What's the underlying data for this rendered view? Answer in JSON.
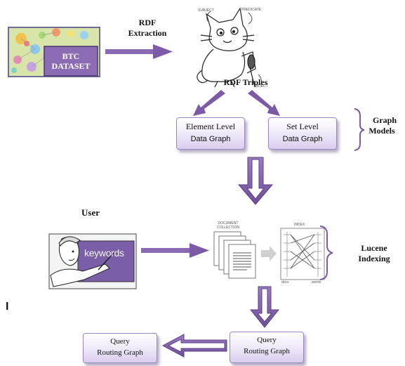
{
  "btc": {
    "line1": "BTC",
    "line2": "DATASET"
  },
  "extraction": {
    "line1": "RDF",
    "line2": "Extraction"
  },
  "cat_labels": {
    "subject": "SUBJECT",
    "predicate": "PREDICATE",
    "object": "OBJECT"
  },
  "triples_label": "RDF Triples",
  "element_box": {
    "line1": "Element Level",
    "line2": "Data Graph"
  },
  "set_box": {
    "line1": "Set Level",
    "line2": "Data Graph"
  },
  "graph_models": {
    "line1": "Graph",
    "line2": "Models"
  },
  "user_label": "User",
  "keywords_text": "keywords",
  "doc_collection": {
    "line1": "DOCUMENT",
    "line2": "COLLECTION"
  },
  "index_title": "INDEX",
  "index_footer": {
    "left": "docs",
    "right": "words"
  },
  "lucene": {
    "line1": "Lucene",
    "line2": "Indexing"
  },
  "stray_mark": "I",
  "query_right": {
    "line1": "Query",
    "line2": "Routing Graph"
  },
  "query_left": {
    "line1": "Query",
    "line2": "Routing Graph"
  },
  "colors": {
    "arrow": "#7d5aa6",
    "box_border": "#9b86c3",
    "btc_box": "#8b6bb3"
  }
}
